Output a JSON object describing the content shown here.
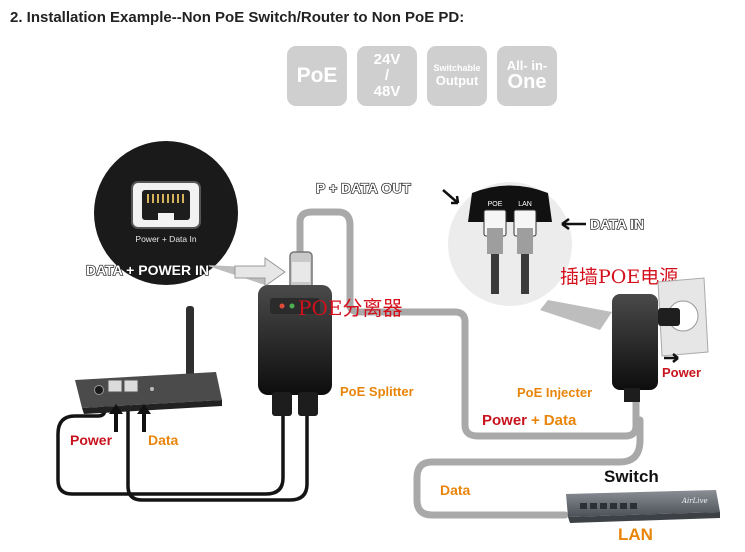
{
  "title": "2. Installation Example--Non PoE Switch/Router to Non PoE PD:",
  "badges": {
    "poe": "PoE",
    "voltage_top": "24V",
    "voltage_mid": "/",
    "voltage_bottom": "48V",
    "switchable_top": "Switchable",
    "switchable_bottom": "Output",
    "allin_top": "All- in-",
    "allin_bottom": "One"
  },
  "labels": {
    "port_caption": "Power + Data In",
    "data_power_in": "DATA + POWER IN",
    "p_data_out": "P + DATA OUT",
    "data_in": "DATA IN",
    "poe_port": "POE",
    "lan_port": "LAN",
    "splitter_cn": "POE分离器",
    "injector_cn": "插墙POE电源",
    "poe_splitter": "PoE Splitter",
    "poe_injecter": "PoE Injecter",
    "power_plug": "Power",
    "power_word": "Power",
    "plus": "+",
    "data_word": "Data",
    "router_power": "Power",
    "router_data": "Data",
    "switch_data": "Data",
    "switch_title": "Switch",
    "lan": "LAN",
    "switch_brand": "AirLive"
  },
  "colors": {
    "orange": "#e8850a",
    "red": "#c8141e",
    "cable_gray": "#a9a9a9",
    "badge_gray": "#cfcfcf"
  }
}
